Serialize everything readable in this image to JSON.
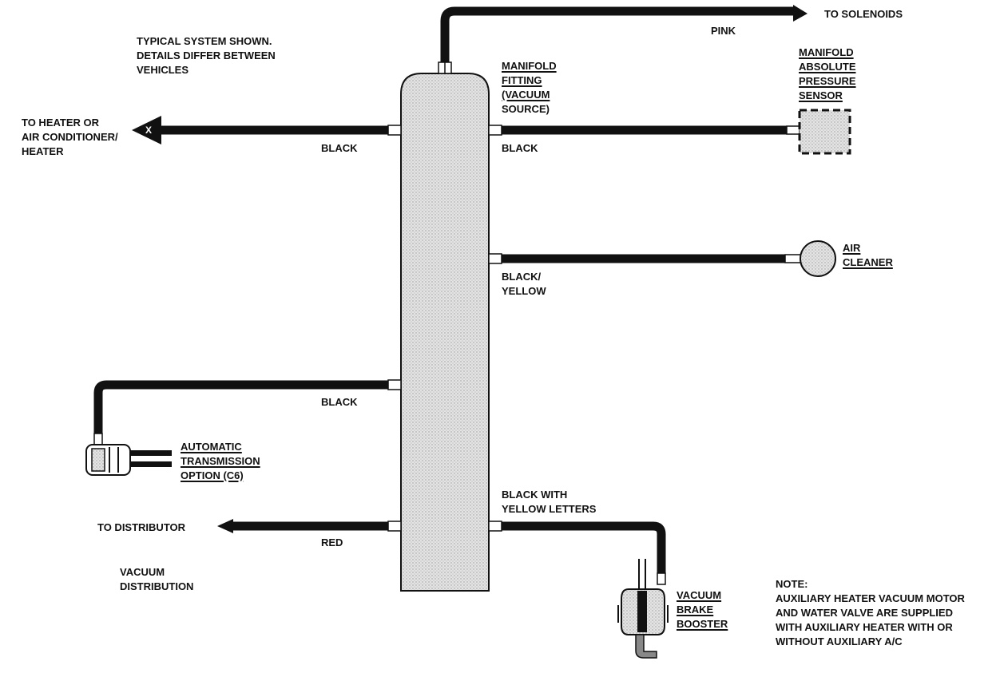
{
  "notes": {
    "typical": [
      "TYPICAL SYSTEM SHOWN.",
      "DETAILS DIFFER BETWEEN",
      "VEHICLES"
    ],
    "vacuum_distribution": [
      "VACUUM",
      "DISTRIBUTION"
    ],
    "note": [
      "NOTE:",
      "AUXILIARY HEATER VACUUM MOTOR",
      "AND WATER VALVE ARE SUPPLIED",
      "WITH AUXILIARY HEATER WITH OR",
      "WITHOUT AUXILIARY A/C"
    ]
  },
  "destinations": {
    "solenoids": "TO SOLENOIDS",
    "heater": [
      "TO HEATER OR",
      "AIR CONDITIONER/",
      "HEATER"
    ],
    "distributor": "TO DISTRIBUTOR"
  },
  "components": {
    "manifold_fitting": [
      "MANIFOLD",
      "FITTING",
      "(VACUUM",
      "SOURCE)"
    ],
    "map_sensor": [
      "MANIFOLD",
      "ABSOLUTE",
      "PRESSURE",
      "SENSOR"
    ],
    "air_cleaner": [
      "AIR",
      "CLEANER"
    ],
    "transmission": [
      "AUTOMATIC",
      "TRANSMISSION",
      "OPTION (C6)"
    ],
    "brake_booster": [
      "VACUUM",
      "BRAKE",
      "BOOSTER"
    ],
    "heater_marker": "X"
  },
  "hose_colors": {
    "pink": "PINK",
    "black_heater": "BLACK",
    "black_map": "BLACK",
    "black_yellow": [
      "BLACK/",
      "YELLOW"
    ],
    "black_transmission": "BLACK",
    "red": "RED",
    "black_with_yellow": [
      "BLACK WITH",
      "YELLOW LETTERS"
    ]
  },
  "colors": {
    "ink": "#111111",
    "fill": "#d9d9d9"
  }
}
